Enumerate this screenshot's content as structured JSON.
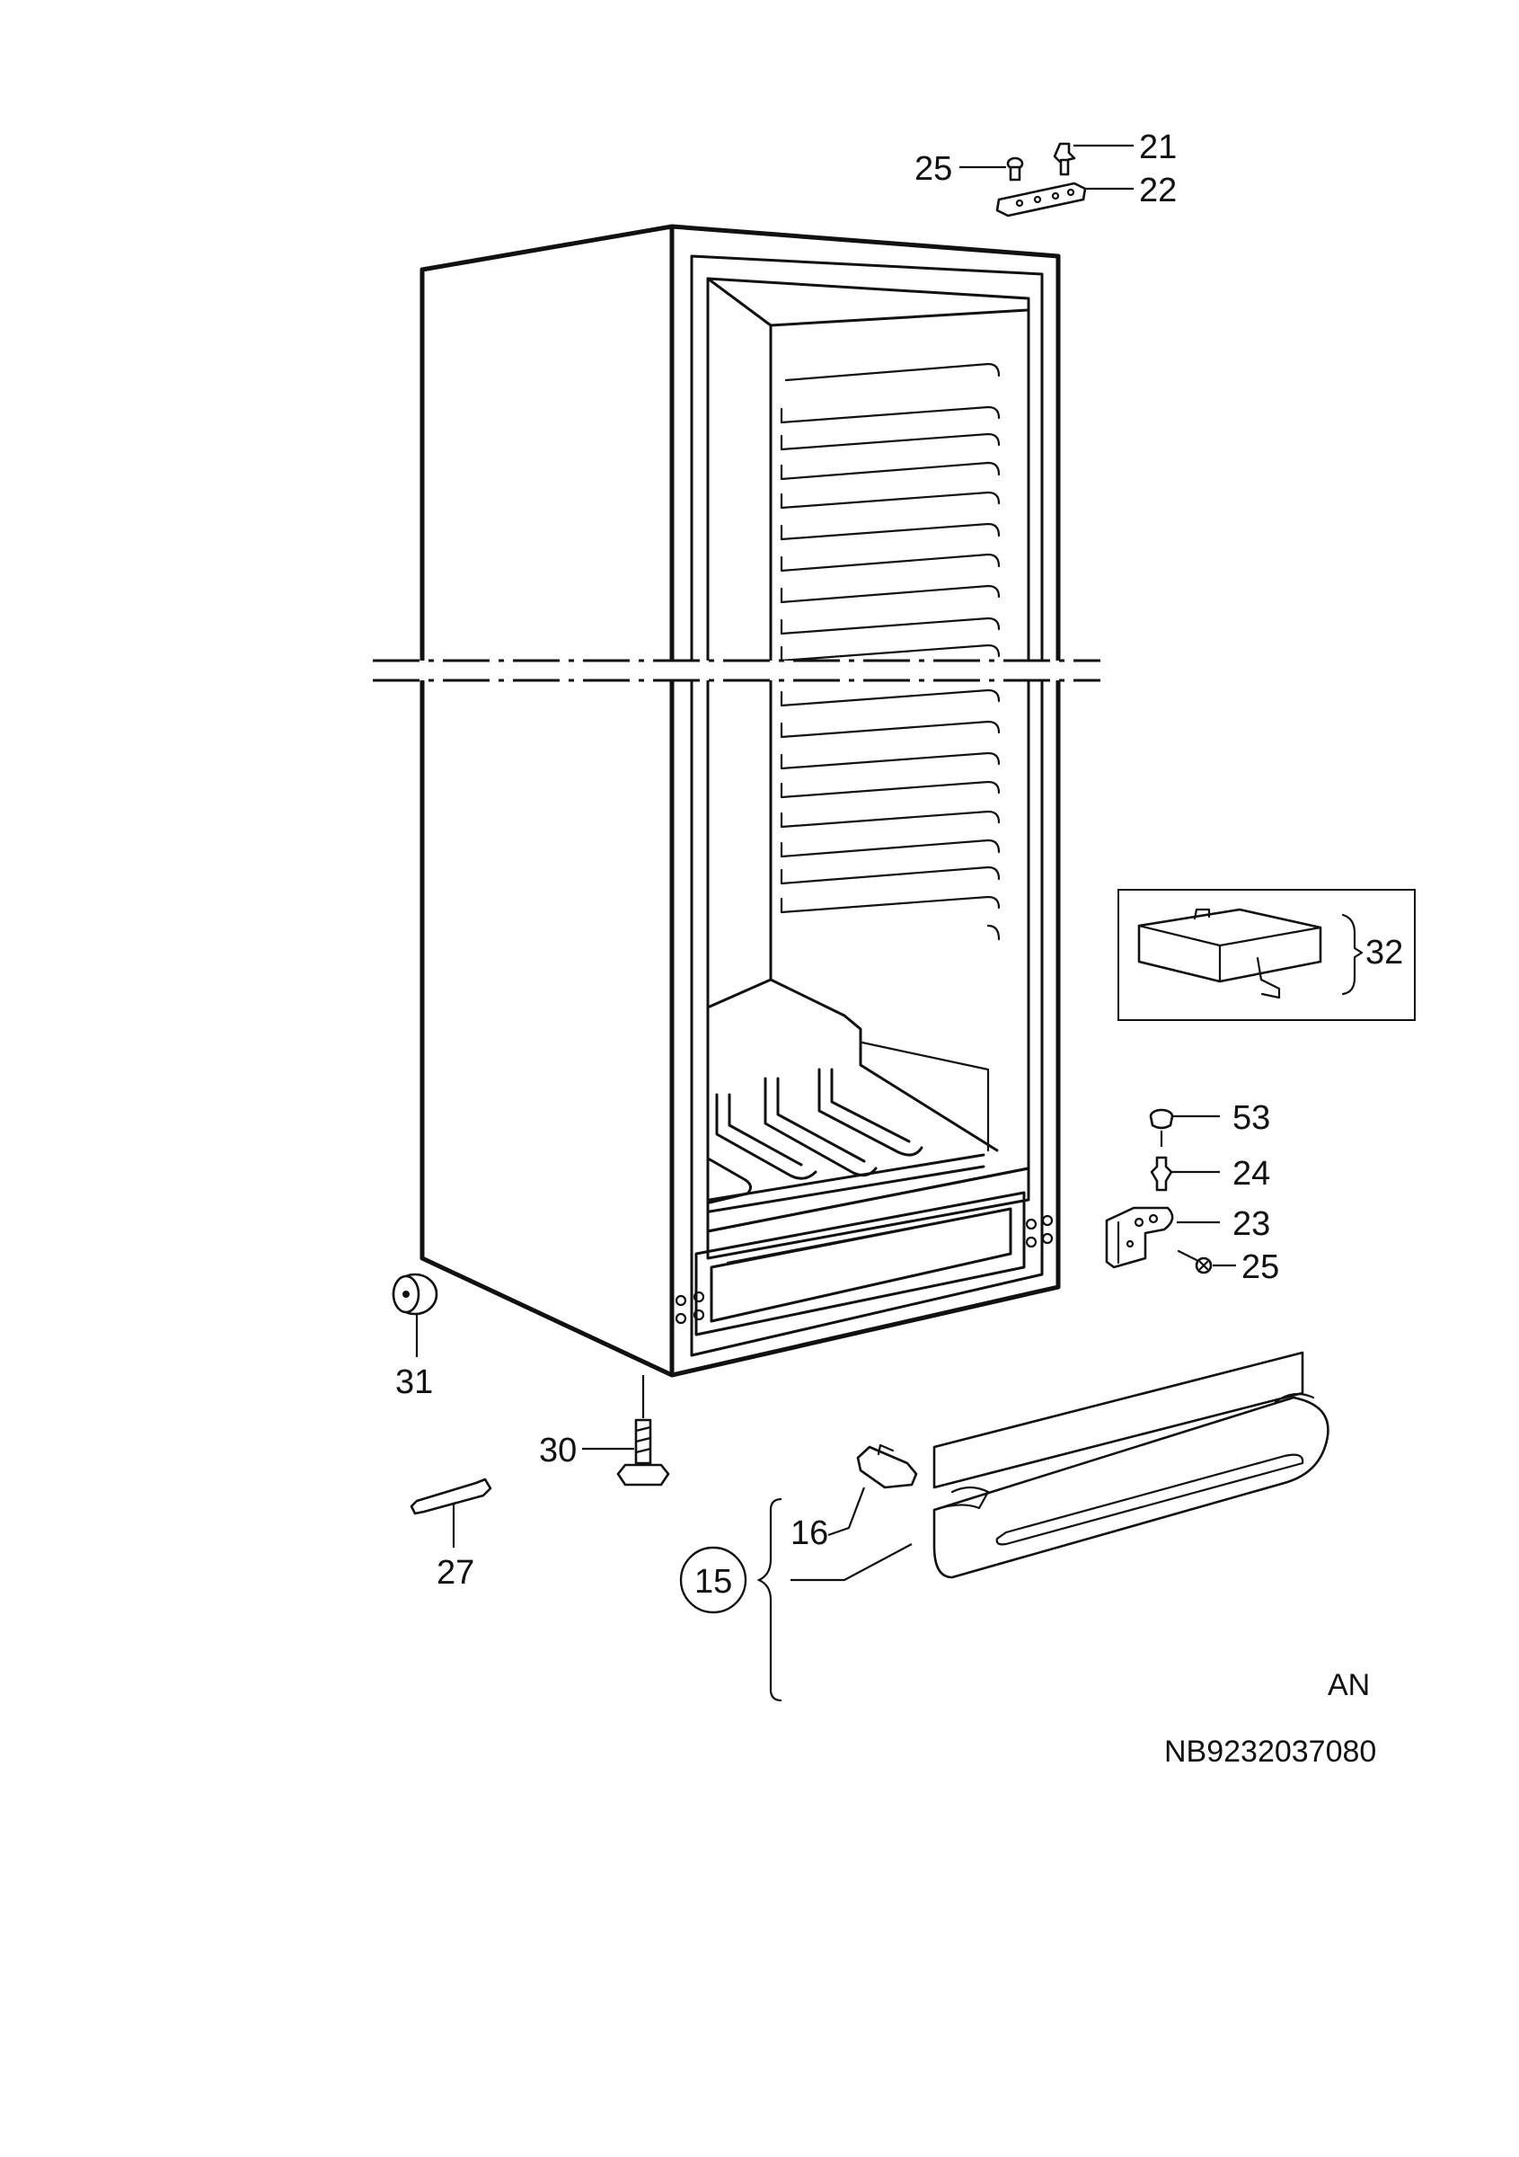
{
  "diagram": {
    "callouts": [
      {
        "id": "21",
        "text": "21"
      },
      {
        "id": "22",
        "text": "22"
      },
      {
        "id": "25-top",
        "text": "25"
      },
      {
        "id": "32",
        "text": "32"
      },
      {
        "id": "53",
        "text": "53"
      },
      {
        "id": "24",
        "text": "24"
      },
      {
        "id": "23",
        "text": "23"
      },
      {
        "id": "25-bottom",
        "text": "25"
      },
      {
        "id": "31",
        "text": "31"
      },
      {
        "id": "30",
        "text": "30"
      },
      {
        "id": "27",
        "text": "27"
      },
      {
        "id": "16",
        "text": "16"
      },
      {
        "id": "15",
        "text": "15"
      }
    ],
    "footer": {
      "code": "AN",
      "reference": "NB9232037080"
    }
  }
}
